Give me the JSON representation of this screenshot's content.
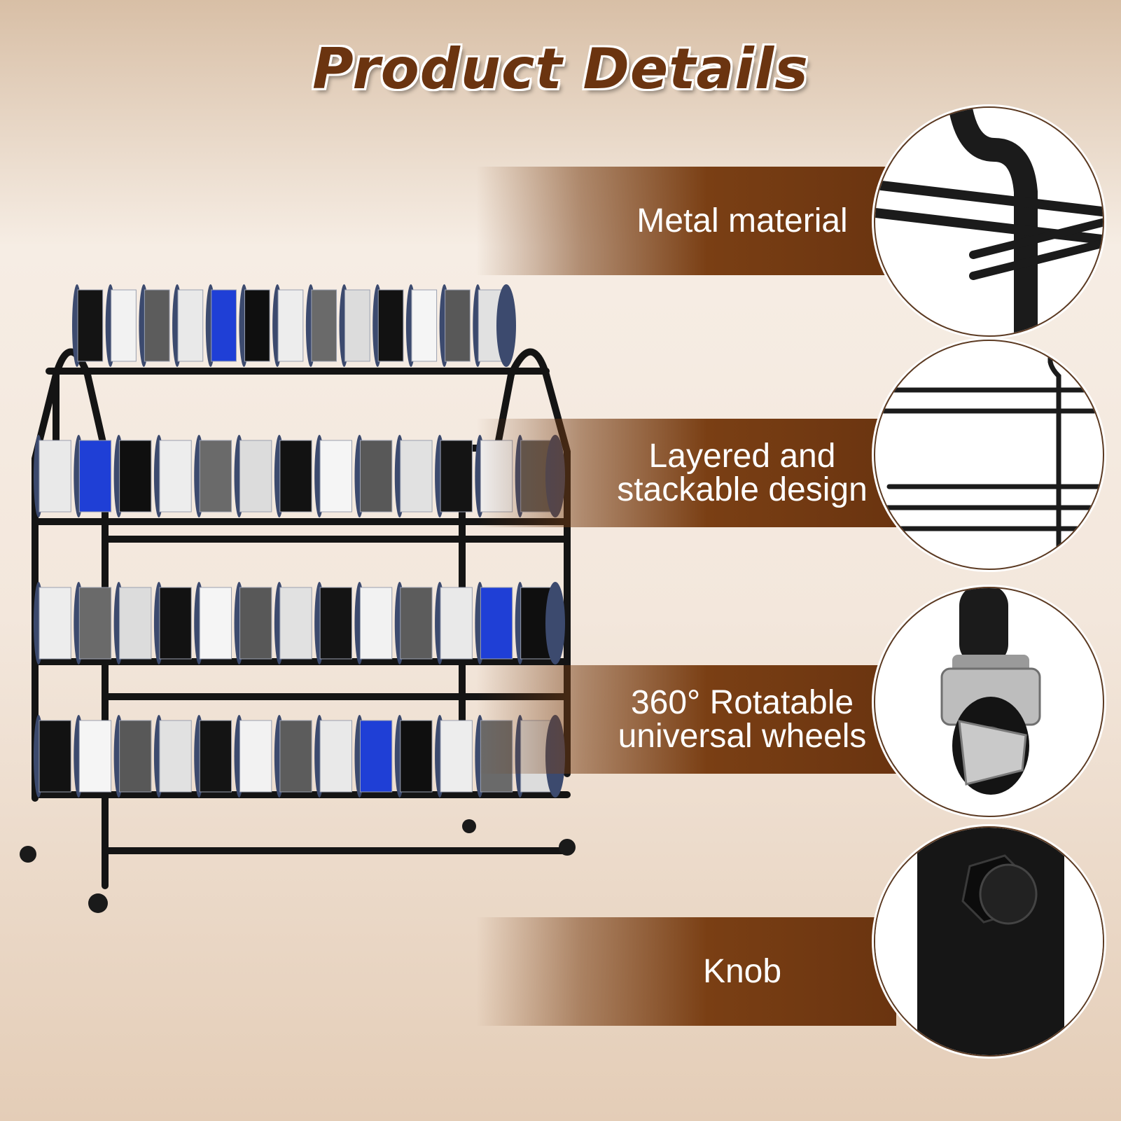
{
  "title": "Product Details",
  "features": [
    {
      "label": "Metal material",
      "icon": "metal-tube-detail-icon"
    },
    {
      "label": "Layered and\nstackable design",
      "icon": "stacked-rails-detail-icon"
    },
    {
      "label": "360° Rotatable\nuniversal wheels",
      "icon": "caster-wheel-detail-icon"
    },
    {
      "label": "Knob",
      "icon": "knob-detail-icon"
    }
  ],
  "colors": {
    "title": "#6b3410",
    "band": "#7a3f14",
    "frame": "#141414",
    "spool_blue": "#1f3fd6",
    "spool_rim": "#3c4a6e"
  }
}
